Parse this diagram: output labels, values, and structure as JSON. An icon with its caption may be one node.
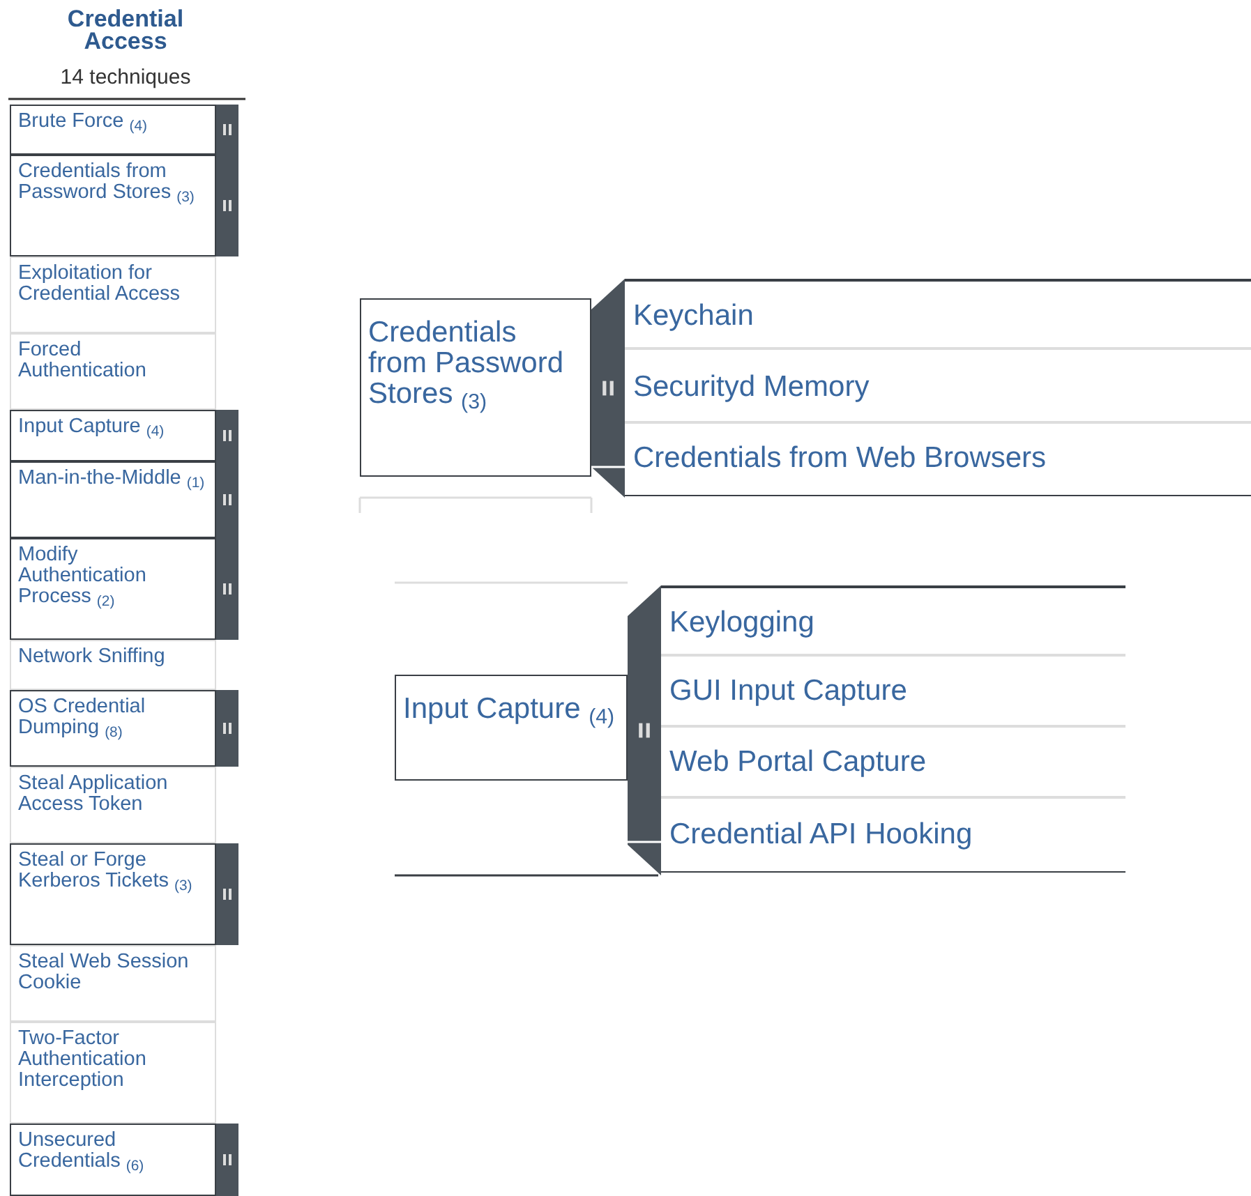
{
  "diagram": {
    "title": "Credential Access",
    "labels": [
      "14 techniques"
    ],
    "nodes": [
      {
        "text": [
          "Brute Force $_{(4)}$"
        ]
      },
      {
        "text": [
          "Credentials from Password Stores $_{(3)}$"
        ]
      },
      {
        "text": [
          "Exploitation for Credential Access"
        ]
      },
      {
        "text": [
          "Forced Authentication"
        ]
      },
      {
        "text": [
          "Input Capture $_{(4)}$"
        ]
      },
      {
        "text": [
          "Man-in-the-Middle $_{(1)}$"
        ]
      },
      {
        "text": [
          "Modify Authentication Process $_{(2)}$"
        ]
      },
      {
        "text": [
          "Network Sniffing"
        ]
      },
      {
        "text": [
          "OS Credential Dumping $_{(8)}$"
        ]
      },
      {
        "text": [
          "Steal Application Access Token"
        ]
      },
      {
        "text": [
          "Steal or Forge Kerberos Tickets $_{(3)}$"
        ]
      },
      {
        "text": [
          "Steal Web Session Cookie"
        ]
      },
      {
        "text": [
          "Two-Factor Authentication Interception"
        ]
      },
      {
        "text": [
          "Unsecured Credentials $_{(6)}$"
        ]
      },
      {
        "text": [
          "Credentials from Password Stores $_{(3)}$"
        ]
      },
      {
        "text": [
          "Keychain"
        ]
      },
      {
        "text": [
          "Securityd Memory"
        ]
      },
      {
        "text": [
          "Credentials from Web Browsers"
        ]
      },
      {
        "text": [
          "Input Capture $_{(4)}$"
        ]
      },
      {
        "text": [
          "Keylogging"
        ]
      },
      {
        "text": [
          "GUI Input Capture"
        ]
      },
      {
        "text": [
          "Web Portal Capture"
        ]
      },
      {
        "text": [
          "Credential API Hooking"
        ]
      }
    ]
  }
}
